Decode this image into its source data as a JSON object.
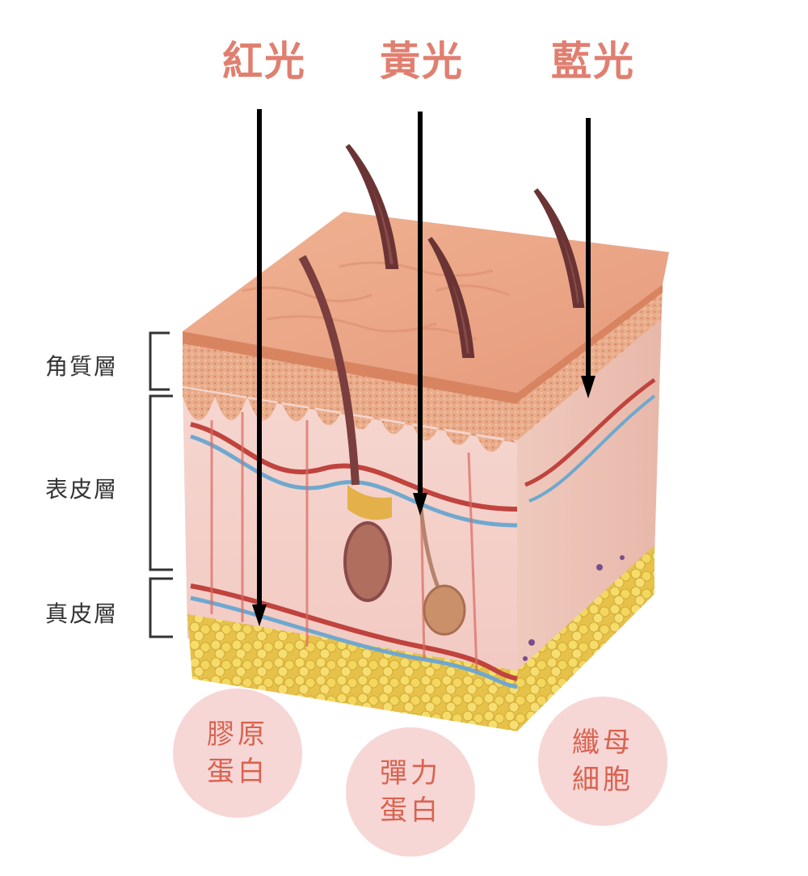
{
  "light_labels": {
    "red": "紅光",
    "yellow": "黃光",
    "blue": "藍光"
  },
  "layer_labels": {
    "stratum_corneum": "角質層",
    "epidermis": "表皮層",
    "dermis": "真皮層"
  },
  "targets": {
    "collagen": [
      "膠原",
      "蛋白"
    ],
    "elastin": [
      "彈力",
      "蛋白"
    ],
    "fibroblast": [
      "纖母",
      "細胞"
    ]
  },
  "colors": {
    "title": "#e07f70",
    "bubble_fill": "#f7d6d6",
    "bubble_text": "#d9634f",
    "skin_top": "#eba487",
    "fat": "#f2d25a",
    "arrow": "#000000"
  }
}
